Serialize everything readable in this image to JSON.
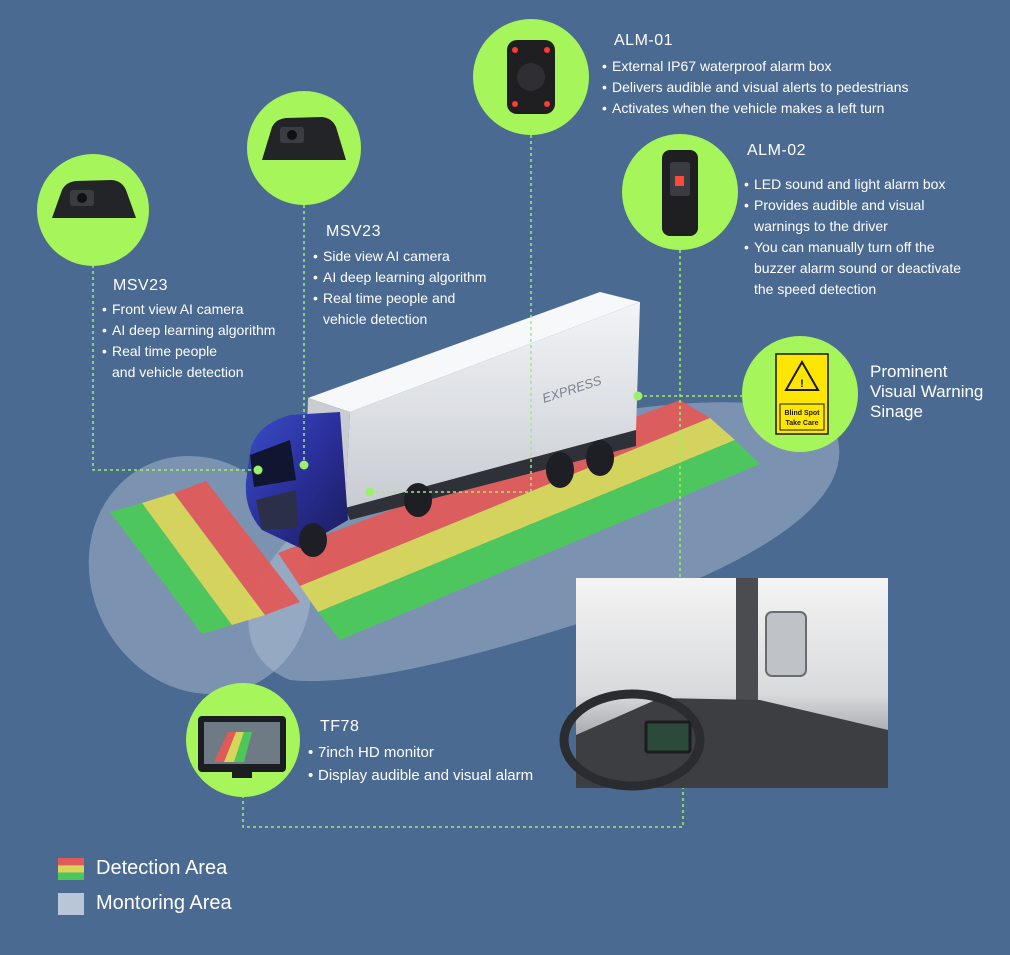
{
  "devices": {
    "alm01": {
      "title": "ALM-01",
      "bullets": [
        "External IP67 waterproof alarm box",
        "Delivers audible and visual alerts to pedestrians",
        "Activates when the vehicle makes a left turn"
      ]
    },
    "alm02": {
      "title": "ALM-02",
      "bullets": [
        "LED sound and light alarm box",
        "Provides audible and visual",
        "warnings to the driver",
        "You can manually turn off the",
        "buzzer alarm sound or deactivate",
        "the speed detection"
      ]
    },
    "msv23_side": {
      "title": "MSV23",
      "bullets": [
        "Side view AI camera",
        "AI deep learning algorithm",
        "Real time people and",
        "vehicle detection"
      ]
    },
    "msv23_front": {
      "title": "MSV23",
      "bullets": [
        "Front view AI camera",
        "AI deep learning algorithm",
        "Real time people",
        "and vehicle detection"
      ]
    },
    "tf78": {
      "title": "TF78",
      "bullets": [
        "7inch HD monitor",
        "Display audible and visual alarm"
      ]
    }
  },
  "signage": {
    "lines": [
      "Prominent",
      "Visual Warning",
      "Sinage"
    ],
    "sign_text_1": "Blind Spot",
    "sign_text_2": "Take Care"
  },
  "truck": {
    "trailer_label": "EXPRESS"
  },
  "legend": {
    "detection_label": "Detection Area",
    "monitoring_label": "Montoring Area"
  },
  "colors": {
    "background": "#4a6a92",
    "badge": "#a6f55a",
    "detection_red": "#e05a5a",
    "detection_yellow": "#d8d65a",
    "detection_green": "#4cc85a",
    "monitoring": "#b8c6d8",
    "connector": "#9cf06a"
  }
}
